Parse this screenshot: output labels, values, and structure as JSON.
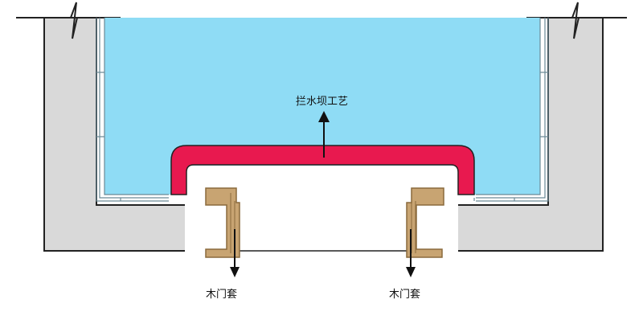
{
  "labels": {
    "dam": "拦水坝工艺",
    "door_frame_left": "木门套",
    "door_frame_right": "木门套"
  },
  "colors": {
    "background": "#ffffff",
    "wall": "#d9d9d9",
    "wall_outline": "#222222",
    "floor_area": "#8fdcf5",
    "tile_trim": "#cfe6ee",
    "dam": "#e8194f",
    "door_frame": "#c8a472",
    "door_frame_dark": "#8a6a3c",
    "arrow": "#111111"
  }
}
